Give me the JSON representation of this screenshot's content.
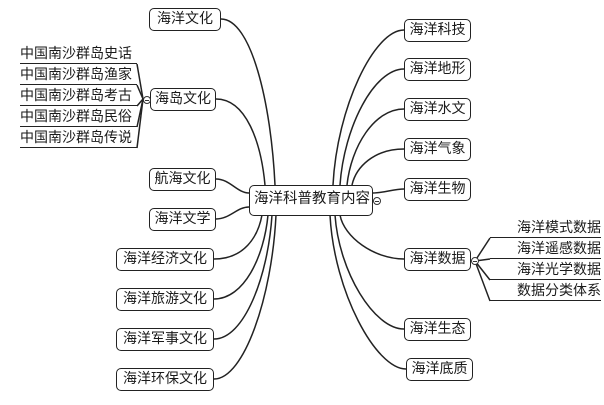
{
  "mindmap": {
    "root": {
      "label": "海洋科普教育内容"
    },
    "left_branches": [
      {
        "label": "海洋文化"
      },
      {
        "label": "海岛文化",
        "children": [
          "中国南沙群岛史话",
          "中国南沙群岛渔家",
          "中国南沙群岛考古",
          "中国南沙群岛民俗",
          "中国南沙群岛传说"
        ]
      },
      {
        "label": "航海文化"
      },
      {
        "label": "海洋文学"
      },
      {
        "label": "海洋经济文化"
      },
      {
        "label": "海洋旅游文化"
      },
      {
        "label": "海洋军事文化"
      },
      {
        "label": "海洋环保文化"
      }
    ],
    "right_branches": [
      {
        "label": "海洋科技"
      },
      {
        "label": "海洋地形"
      },
      {
        "label": "海洋水文"
      },
      {
        "label": "海洋气象"
      },
      {
        "label": "海洋生物"
      },
      {
        "label": "海洋数据",
        "children": [
          "海洋模式数据",
          "海洋遥感数据",
          "海洋光学数据",
          "数据分类体系"
        ]
      },
      {
        "label": "海洋生态"
      },
      {
        "label": "海洋底质"
      }
    ]
  },
  "colors": {
    "line": "#222222",
    "background": "#ffffff"
  }
}
